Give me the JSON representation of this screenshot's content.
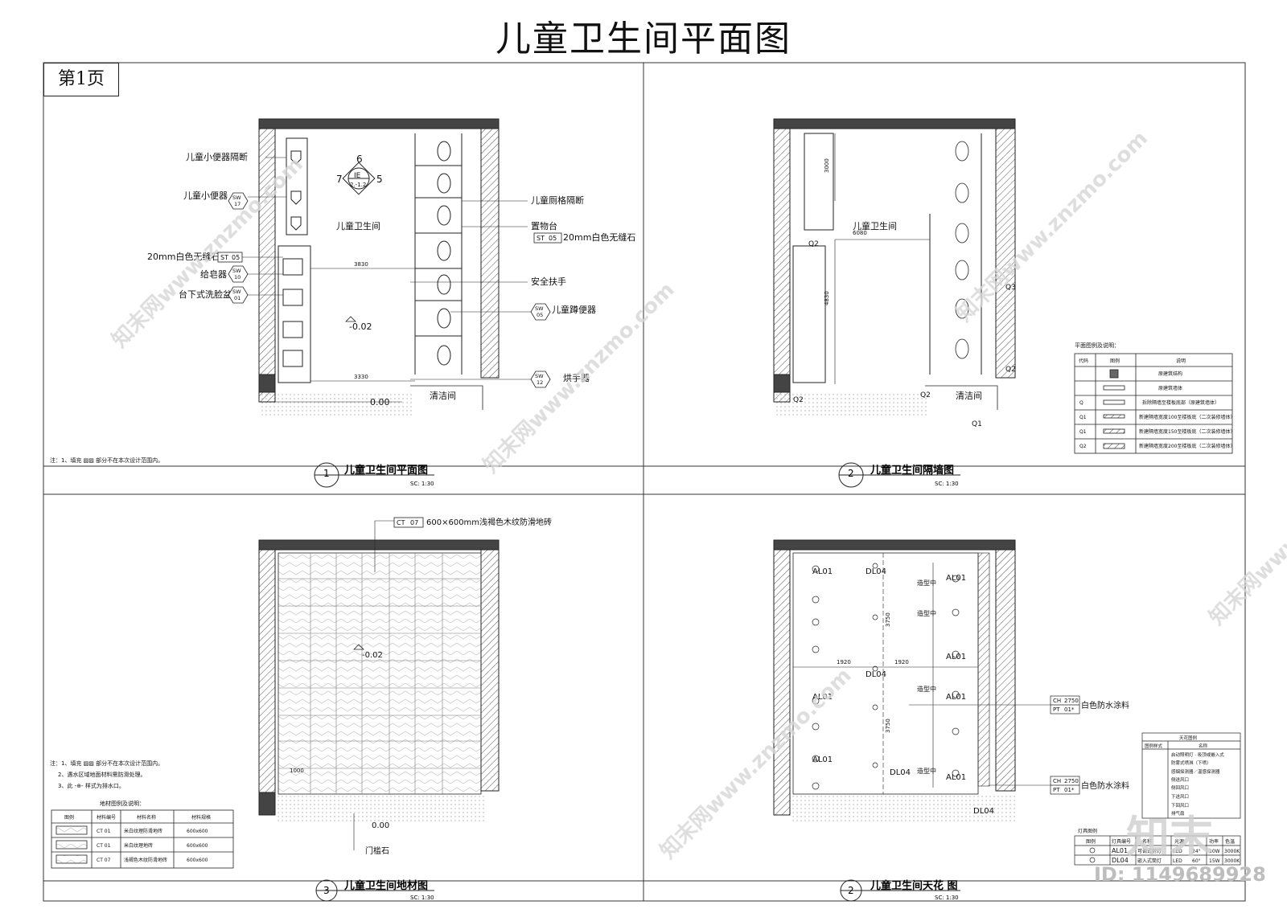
{
  "title": "儿童卫生间平面图",
  "page_label": "第1页",
  "panels": {
    "plan": {
      "num": "1",
      "name": "儿童卫生间平面图",
      "scale": "SC:  1:30",
      "labels": {
        "urinal_partition": "儿童小便器隔断",
        "urinal": "儿童小便器",
        "urinal_code": "SW",
        "urinal_num": "17",
        "stone_l": "20mm白色无缝石",
        "stone_code": "ST",
        "stone_num": "05",
        "soap": "给皂器",
        "soap_code": "SW",
        "soap_num": "10",
        "basin": "台下式洗脸盆",
        "basin_code": "SW",
        "basin_num": "01",
        "stall_partition": "儿童厕格隔断",
        "shelf": "置物台",
        "stone_r": "20mm白色无缝石",
        "stone_r_code": "ST",
        "stone_r_num": "05",
        "handrail": "安全扶手",
        "toilet": "儿童蹲便器",
        "toilet_code": "SW",
        "toilet_num": "05",
        "dryer": "烘手器",
        "dryer_code": "SW",
        "dryer_num": "12",
        "room": "儿童卫生间",
        "cleaning": "清洁间",
        "level1": "-0.02",
        "level2": "0.00",
        "dim1": "3830",
        "dim2": "3330",
        "ie_top": "6",
        "ie_left": "7",
        "ie_right": "5",
        "ie_code": "IE",
        "ie_ref": "2.-1.2",
        "note": "注：1、填充 ▨▨ 部分不在本次设计范围内。"
      }
    },
    "partition": {
      "num": "2",
      "name": "儿童卫生间隔墙图",
      "scale": "SC:  1:30",
      "room": "儿童卫生间",
      "cleaning": "清洁间",
      "dim1": "6080",
      "dim2": "4830",
      "dim3": "3000",
      "legend": {
        "title": "平面图例及说明：",
        "headers": [
          "代码",
          "图例",
          "说明"
        ],
        "rows": [
          {
            "code": "",
            "desc": "原建筑结构"
          },
          {
            "code": "",
            "desc": "原建筑墙体"
          },
          {
            "code": "Q",
            "desc": "拆除隔墙至楼板底部（原建筑墙体）"
          },
          {
            "code": "Q1",
            "desc": "新建隔墙宽度100至楼板底（二次装修墙体）"
          },
          {
            "code": "Q1",
            "desc": "新建隔墙宽度150至楼板底（二次装修墙体）"
          },
          {
            "code": "Q2",
            "desc": "新建隔墙宽度200至楼板底（二次装修墙体）"
          }
        ]
      },
      "q_labels": [
        "Q2",
        "Q2",
        "Q2",
        "Q3",
        "Q1",
        "Q2"
      ]
    },
    "floor": {
      "num": "3",
      "name": "儿童卫生间地材图",
      "scale": "SC:  1:30",
      "tile_code": "CT",
      "tile_num": "07",
      "tile_label": "600×600mm浅褐色木纹防滑地砖",
      "level1": "-0.02",
      "level2": "0.00",
      "threshold": "门槛石",
      "dim": "1000",
      "notes": [
        "注：1、填充 ▨▨ 部分不在本次设计范围内。",
        "2、遇水区域地面材料需防滑处理。",
        "3、此 -⊕- 样式为排水口。"
      ],
      "legend": {
        "title": "地材图例及说明：",
        "headers": [
          "图例",
          "材料编号",
          "材料名称",
          "材料规格"
        ],
        "rows": [
          {
            "code": "CT 01",
            "name": "米白纹理防滑地砖",
            "spec": "600x600"
          },
          {
            "code": "CT 01",
            "name": "米白纹理地砖",
            "spec": "600x600"
          },
          {
            "code": "CT 07",
            "name": "浅褐色木纹防滑地砖",
            "spec": "600x600"
          }
        ]
      }
    },
    "ceiling": {
      "num": "2",
      "name": "儿童卫生间天花 图",
      "scale": "SC:  1:30",
      "lights_al": "AL01",
      "lights_dl": "DL04",
      "paint1": {
        "code1": "CH",
        "num1": "2750",
        "code2": "PT",
        "num2": "01*",
        "label": "白色防水涂料"
      },
      "paint2": {
        "code1": "CH",
        "num1": "2750",
        "code2": "PT",
        "num2": "01*",
        "label": "白色防水涂料"
      },
      "dim_w": "1920",
      "dim_h": "3750",
      "shape": "造型中",
      "legend": {
        "title": "天花图例",
        "headers": [
          "图例样式",
          "名称"
        ],
        "rows": [
          "启动照明灯 · 吸顶或嵌入式",
          "防雾式喷淋（下喷）",
          "感烟探测器／温感探测器",
          "侧送风口",
          "侧回风口",
          "下送风口",
          "下回风口",
          "排气扇"
        ]
      },
      "lamp_table": {
        "title": "灯具图例",
        "headers": [
          "图例",
          "灯具编号",
          "名称",
          "光源",
          "功率",
          "色温"
        ],
        "rows": [
          {
            "code": "AL01",
            "name": "可调式射灯",
            "src": "LED",
            "angle": "24°",
            "power": "10W",
            "temp": "3000K"
          },
          {
            "code": "DL04",
            "name": "嵌入式筒灯",
            "src": "LED",
            "angle": "60°",
            "power": "15W",
            "temp": "3000K"
          }
        ]
      }
    }
  },
  "watermark": {
    "site": "知末网www.znzmo.com",
    "brand": "知末",
    "id": "ID: 1149689928"
  },
  "colors": {
    "line": "#222222",
    "wall_fill": "#555555",
    "watermark": "#d9d9d9"
  }
}
